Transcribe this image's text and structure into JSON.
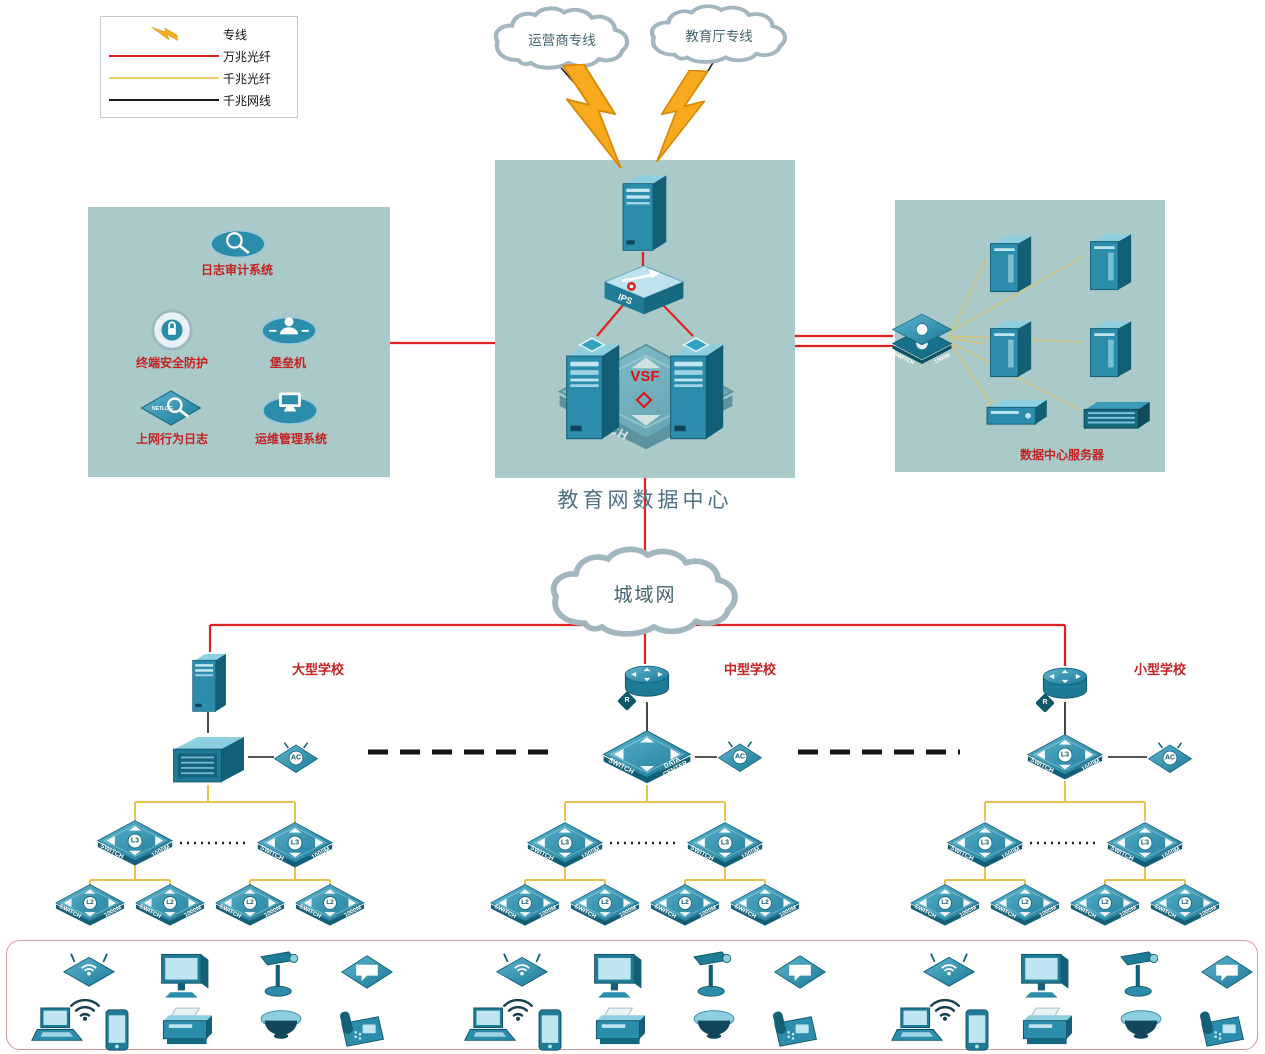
{
  "legend": {
    "items": [
      {
        "label": "专线",
        "symbol": "lightning",
        "color": "#f6a21c"
      },
      {
        "label": "万兆光纤",
        "symbol": "line",
        "color": "#e02121"
      },
      {
        "label": "千兆光纤",
        "symbol": "line",
        "color": "#eecd6a"
      },
      {
        "label": "千兆网线",
        "symbol": "line",
        "color": "#1a1a1a"
      }
    ]
  },
  "clouds": {
    "carrier": {
      "label": "运营商专线"
    },
    "education": {
      "label": "教育厅专线"
    },
    "man": {
      "label": "城域网"
    }
  },
  "data_center": {
    "title": "教育网数据中心",
    "ips_label": "IPS",
    "vsf_label": "VSF",
    "switch_watermark": "SWITCH"
  },
  "security_zone": {
    "items": [
      {
        "label": "日志审计系统"
      },
      {
        "label": "终端安全防护"
      },
      {
        "label": "堡垒机"
      },
      {
        "label": "上网行为日志",
        "device_text": "NETLOG"
      },
      {
        "label": "运维管理系统"
      }
    ]
  },
  "server_zone": {
    "title": "数据中心服务器"
  },
  "labels": {
    "switch": "SWITCH",
    "speed": "1000M",
    "l3": "L3",
    "l2": "L2",
    "ac": "AC",
    "router": "R",
    "data_center_core": "DATA CENTER"
  },
  "schools": [
    {
      "name": "大型学校"
    },
    {
      "name": "中型学校"
    },
    {
      "name": "小型学校"
    }
  ],
  "colors": {
    "ten_gig_fiber": "#e02121",
    "gig_fiber": "#eecd6a",
    "gig_ethernet": "#1a1a1a",
    "zone_background": "#aac9c9",
    "device_teal": "#2b8cab",
    "label_red": "#c42222",
    "title_gray": "#4f7282"
  }
}
